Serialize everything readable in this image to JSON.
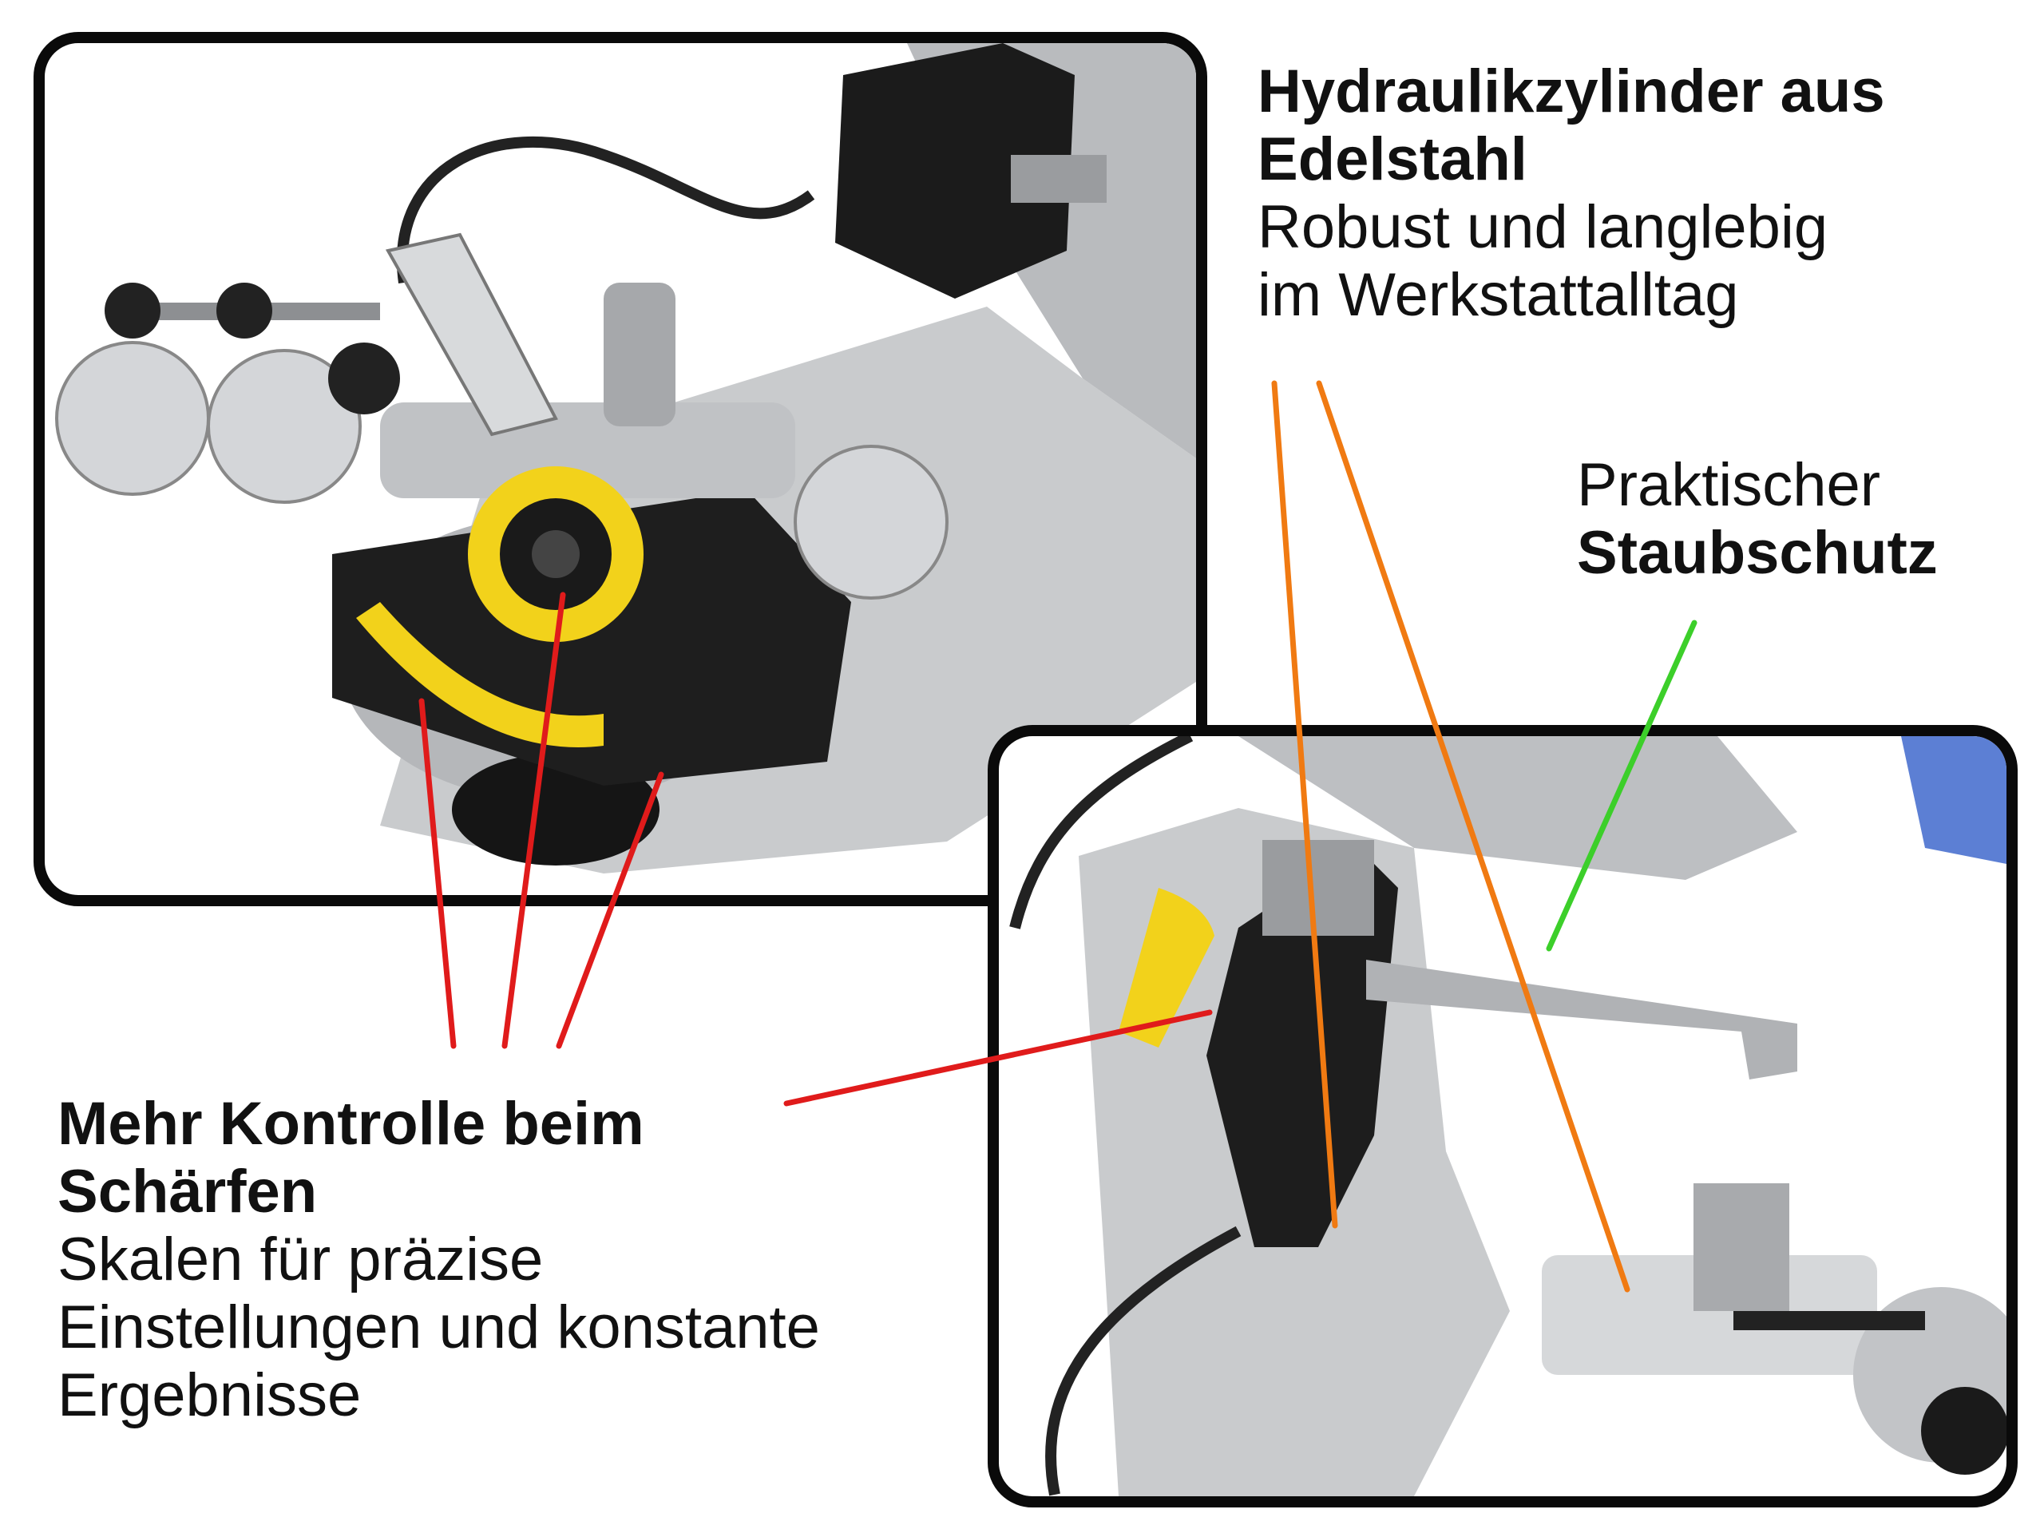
{
  "callouts": {
    "hydraulic": {
      "title_line1": "Hydraulikzylinder aus",
      "title_line2": "Edelstahl",
      "text_line1": "Robust und langlebig",
      "text_line2": "im Werkstattalltag"
    },
    "dust": {
      "text_line1": "Praktischer",
      "title_line1": "Staubschutz"
    },
    "control": {
      "title_line1": "Mehr Kontrolle beim",
      "title_line2": "Schärfen",
      "text_line1": "Skalen für präzise",
      "text_line2": "Einstellungen und konstante",
      "text_line3": "Ergebnisse"
    }
  },
  "colors": {
    "frame": "#0a0a0a",
    "scale_yellow": "#f2d21b",
    "machine_gray": "#c9cbcd",
    "leader_red": "#e01b1b",
    "leader_orange": "#f07a12",
    "leader_green": "#3ccf2a"
  }
}
